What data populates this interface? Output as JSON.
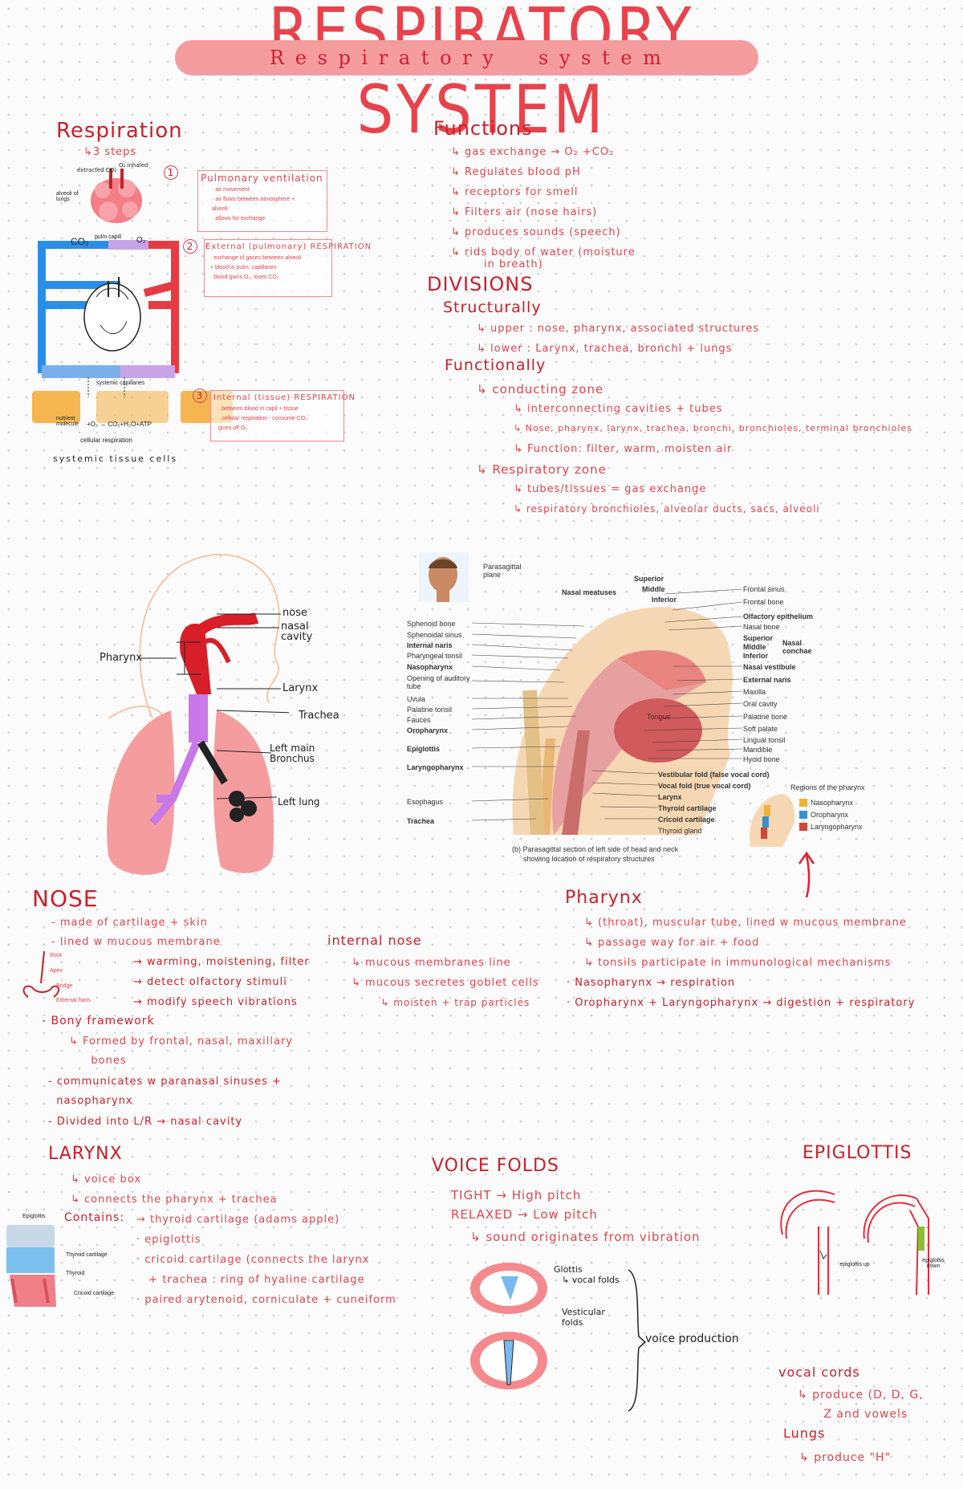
{
  "title": {
    "big": "RESPIRATORY SYSTEM",
    "banner": "R e s p i r a t o r y     s y s t e m"
  },
  "respiration": {
    "heading": "Respiration",
    "steps": "↳3 steps",
    "labels": {
      "extracted": "extracted CO₂",
      "inhaled": "O₂ inhaled",
      "alveoli": "alveoli of lungs",
      "pulm_capillaries": "pulm capill",
      "co2": "CO₂",
      "o2": "O₂",
      "systemic_capillaries": "systemic capillaries",
      "nutrient": "nutrient molecule",
      "reaction": "+O₂  →  CO₂+H₂O+ATP",
      "cellular": "cellular respiration",
      "tissue": "systemic tissue cells"
    },
    "step1": {
      "num": "1",
      "title": "Pulmonary ventilation",
      "lines": [
        "· air movement",
        "· air flows between atmosphere +",
        "  alveoli",
        "· allows for exchange"
      ]
    },
    "step2": {
      "num": "2",
      "title": "External (pulmonary) RESPIRATION",
      "lines": [
        "· exchange of gases between alveoli",
        "  + blood in pulm. capillaries",
        "· blood gains O₂, loses CO₂"
      ]
    },
    "step3": {
      "num": "3",
      "title": "Internal (tissue) RESPIRATION",
      "lines": [
        "· between blood in capil + tissue",
        "· cellular respiration - consume CO₂",
        "  gives off O₂"
      ]
    }
  },
  "functions": {
    "heading": "Functions",
    "items": [
      "↳ gas exchange → O₂ +CO₂",
      "↳ Regulates blood pH",
      "↳ receptors for smell",
      "↳ Filters air (nose hairs)",
      "↳ produces sounds (speech)",
      "↳ rids body of water (moisture",
      "        in breath)"
    ]
  },
  "divisions": {
    "heading": "DIVISIONS",
    "structurally": "Structurally",
    "upper": "↳ upper : nose, pharynx, associated structures",
    "lower": "↳ lower : Larynx, trachea, bronchi + lungs",
    "functionally": "Functionally",
    "conducting": "↳ conducting zone",
    "conducting_items": [
      "↳ interconnecting cavities + tubes",
      "↳ Nose, pharynx, larynx, trachea, bronchi, bronchioles, terminal bronchioles",
      "↳ Function: filter, warm, moisten air"
    ],
    "respiratory": "↳ Respiratory zone",
    "respiratory_items": [
      "↳ tubes/tissues = gas exchange",
      "↳ respiratory bronchioles, alveolar ducts, sacs, alveoli"
    ]
  },
  "anatomy_labels": {
    "pharynx": "Pharynx",
    "nose": "nose",
    "nasal_cavity": "nasal cavity",
    "larynx": "Larynx",
    "trachea": "Trachea",
    "left_bronchus": "Left main Bronchus",
    "left_lung": "Left lung"
  },
  "figure": {
    "plane": "Parasagittal plane",
    "meatuses": "Nasal meatuses",
    "superior": "Superior",
    "middle": "Middle",
    "inferior": "Inferior",
    "left": [
      "Sphenoid bone",
      "Sphenoidal sinus",
      "Internal naris",
      "Pharyngeal tonsil",
      "Nasopharynx",
      "Opening of auditory tube",
      "Uvula",
      "Palatine tonsil",
      "Fauces",
      "Oropharynx",
      "Epiglottis",
      "Laryngopharynx",
      "Esophagus",
      "Trachea"
    ],
    "right": [
      "Frontal sinus",
      "Frontal bone",
      "Olfactory epithelium",
      "Nasal bone",
      "Superior",
      "Middle",
      "Inferior",
      "Nasal vestibule",
      "External naris",
      "Maxilla",
      "Oral cavity",
      "Palatine bone",
      "Soft palate",
      "Lingual tonsil",
      "Mandible",
      "Hyoid bone"
    ],
    "conchae": "Nasal conchae",
    "tongue": "Tongue",
    "bottom": [
      "Vestibular fold (false vocal cord)",
      "Vocal fold (true vocal cord)",
      "Larynx",
      "Thyroid cartilage",
      "Cricoid cartilage",
      "Thyroid gland"
    ],
    "regions_title": "Regions of the pharynx",
    "regions": [
      {
        "name": "Nasopharynx",
        "color": "#f0b23a"
      },
      {
        "name": "Oropharynx",
        "color": "#3a8fd0"
      },
      {
        "name": "Laryngopharynx",
        "color": "#d0463a"
      }
    ],
    "caption1": "(b) Parasagittal section of left side of head and neck",
    "caption2": "showing location of respiratory structures"
  },
  "nose": {
    "heading": "NOSE",
    "items": [
      "- made of cartilage + skin",
      "- lined w mucous membrane"
    ],
    "parts": [
      "Root",
      "Apex",
      "Bridge",
      "External naris"
    ],
    "funcs": [
      "→ warming, moistening, filter",
      "→ detect olfactory stimuli",
      "→ modify speech vibrations"
    ],
    "bony": "- Bony framework",
    "formed": "↳ Formed by frontal, nasal, maxillary",
    "bones": "   bones",
    "comm1": "- communicates w paranasal sinuses +",
    "comm2": "  nasopharynx",
    "divided": "- Divided into L/R → nasal cavity"
  },
  "internal_nose": {
    "heading": "internal nose",
    "items": [
      "↳ mucous membranes line",
      "↳ mucous secretes goblet cells",
      "   ↳ moisten + trap particles"
    ]
  },
  "pharynx": {
    "heading": "Pharynx",
    "items": [
      "↳ (throat), muscular tube, lined w mucous membrane",
      "↳ passage way for air + food",
      "↳ tonsils participate in immunological mechanisms"
    ],
    "naso": "· Nasopharynx → respiration",
    "oro": "· Oropharynx + Laryngopharynx → digestion + respiratory"
  },
  "larynx": {
    "heading": "LARYNX",
    "items": [
      "↳ voice box",
      "↳ connects the pharynx + trachea"
    ],
    "contains_label": "Contains:",
    "contains": [
      "→ thyroid cartilage (adams apple)",
      "· epiglottis",
      "· cricoid cartilage (connects the larynx",
      "   + trachea : ring of hyaline cartilage",
      "· paired arytenoid, corniculate + cuneiform"
    ],
    "labels": [
      "Epiglottis",
      "Thyroid cartilage",
      "Thyroid",
      "Cricoid cartilage"
    ]
  },
  "voice": {
    "heading": "VOICE FOLDS",
    "tight": "TIGHT → High pitch",
    "relaxed": "RELAXED → Low pitch",
    "sound": "↳ sound originates from vibration",
    "labels": {
      "glottis": "Glottis",
      "vocal_folds": "↳ vocal folds",
      "vesticular": "Vesticular folds",
      "production": "voice production"
    }
  },
  "epiglottis": {
    "heading": "EPIGLOTTIS",
    "up": "epiglottis up",
    "down": "epiglottis down",
    "vocal_cords": "vocal cords",
    "produce1": "↳ produce (D, D, G,",
    "produce2": "   Z and vowels",
    "lungs": "Lungs",
    "produce3": "↳ produce \"H\""
  }
}
